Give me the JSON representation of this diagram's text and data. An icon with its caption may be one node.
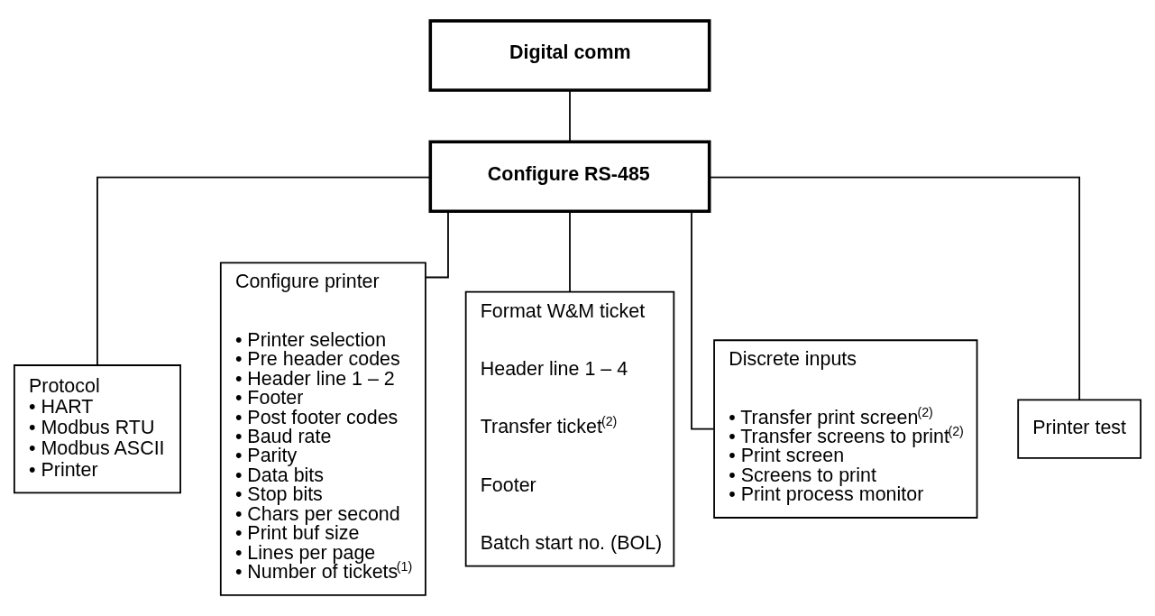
{
  "diagram": {
    "nodes": [
      {
        "text": [
          "Digital comm"
        ]
      },
      {
        "text": [
          "Configure RS-485"
        ]
      },
      {
        "text": [
          "Protocol",
          "• HART",
          "• Modbus RTU",
          "• Modbus ASCII",
          "• Printer"
        ]
      },
      {
        "text": [
          "Configure printer",
          "• Printer selection",
          "• Pre header codes",
          "• Header line 1 – 2",
          "• Footer",
          "• Post footer codes",
          "• Baud rate",
          "• Parity",
          "• Data bits",
          "• Stop bits",
          "• Chars per second",
          "• Print buf size",
          "• Lines per page",
          "• Number of tickets$^{(1)}$"
        ]
      },
      {
        "text": [
          "Format W&M ticket",
          "Header line 1 – 4",
          "Transfer ticket$^{(2)}$",
          "Footer",
          "Batch start no. (BOL)"
        ]
      },
      {
        "text": [
          "Discrete inputs",
          "• Transfer print screen$^{(2)}$",
          "• Transfer screens to print$^{(2)}$",
          "• Print screen",
          "• Screens to print",
          "• Print process monitor"
        ]
      },
      {
        "text": [
          "Printer test"
        ]
      }
    ],
    "edges": [
      {
        "from": 0,
        "to": 1,
        "arrow": "none"
      },
      {
        "from": 1,
        "to": 2,
        "arrow": "none"
      },
      {
        "from": 1,
        "to": 3,
        "arrow": "none"
      },
      {
        "from": 1,
        "to": 4,
        "arrow": "none"
      },
      {
        "from": 1,
        "to": 5,
        "arrow": "none"
      },
      {
        "from": 1,
        "to": 6,
        "arrow": "none"
      }
    ]
  }
}
